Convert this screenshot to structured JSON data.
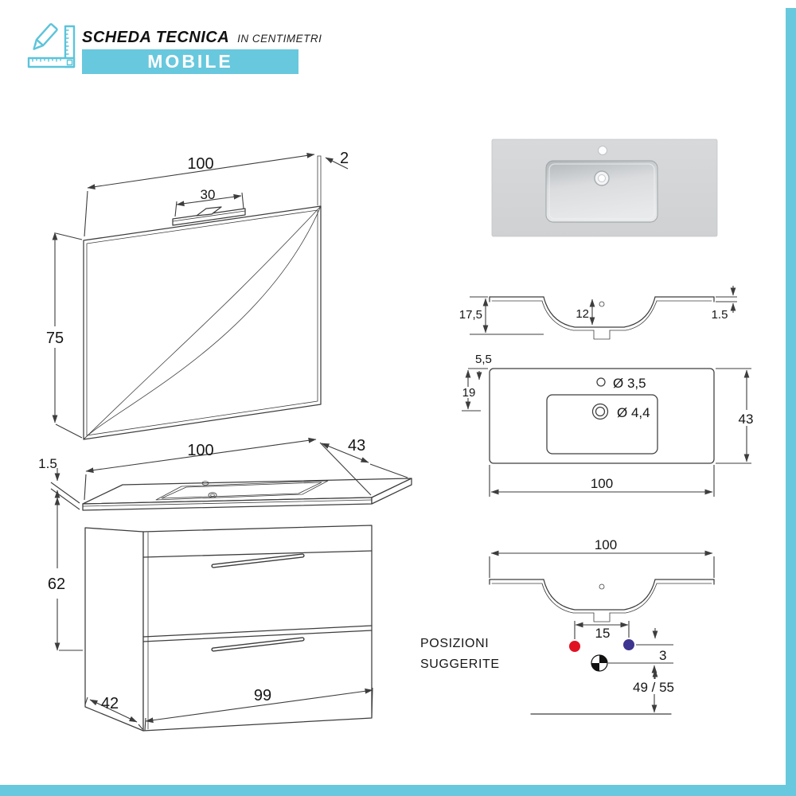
{
  "header": {
    "title": "SCHEDA TECNICA",
    "subtitle": "IN CENTIMETRI",
    "banner": "MOBILE"
  },
  "colors": {
    "accent": "#68c8dd",
    "line": "#3d3d3d",
    "text": "#1d1d1d",
    "red_dot": "#e01222",
    "blue_dot": "#3e3590",
    "deck_gray": "#d3d5d7",
    "basin_light": "#e7e9ea",
    "basin_dark": "#b2b6b9"
  },
  "mirror": {
    "width": "100",
    "light_width": "30",
    "depth": "2",
    "height": "75"
  },
  "cabinet": {
    "top_width": "100",
    "top_depth": "43",
    "top_thickness": "1.5",
    "height": "62",
    "base_depth": "42",
    "base_width": "99"
  },
  "section": {
    "total_depth": "17,5",
    "basin_depth": "12",
    "edge_thickness": "1.5"
  },
  "plan": {
    "tap_offset": "5,5",
    "basin_offset": "19",
    "tap_diameter": "Ø 3,5",
    "drain_diameter": "Ø 4,4",
    "depth": "43",
    "width": "100"
  },
  "positions": {
    "width": "100",
    "tap_spacing": "15",
    "drop": "3",
    "drain_height": "49 / 55",
    "caption_line1": "POSIZIONI",
    "caption_line2": "SUGGERITE"
  }
}
